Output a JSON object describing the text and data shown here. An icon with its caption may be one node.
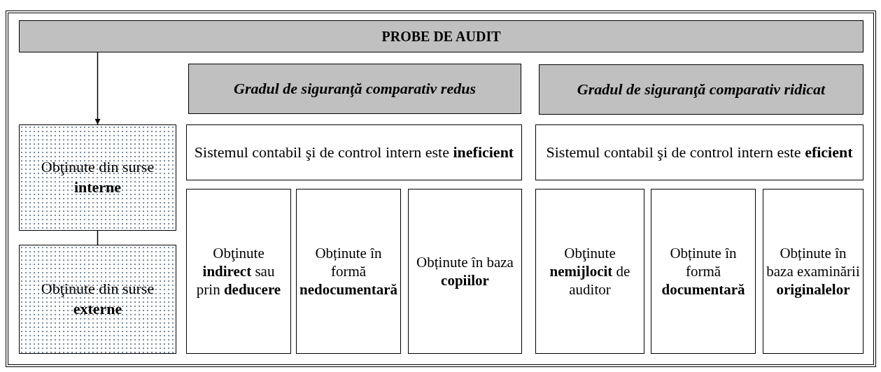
{
  "diagram": {
    "nodes": [
      {
        "text": [
          "PROBE DE AUDIT"
        ]
      },
      {
        "text": [
          "Gradul de siguranţă comparativ redus"
        ]
      },
      {
        "text": [
          "Gradul de siguranţă comparativ ridicat"
        ]
      },
      {
        "text": [
          "Obţinute din surse **interne**"
        ]
      },
      {
        "text": [
          "Obţinute din surse **externe**"
        ]
      },
      {
        "text": [
          "Sistemul contabil şi de control intern este **ineficient**"
        ]
      },
      {
        "text": [
          "Obţinute **indirect** sau prin **deducere**"
        ]
      },
      {
        "text": [
          "Obținute în formă **nedocumentară**"
        ]
      },
      {
        "text": [
          "Obținute în baza **copiilor**"
        ]
      },
      {
        "text": [
          "Sistemul contabil şi de control intern este **eficient**"
        ]
      },
      {
        "text": [
          "Obţinute **nemijlocit** de auditor"
        ]
      },
      {
        "text": [
          "Obținute în formă **documentară**"
        ]
      },
      {
        "text": [
          "Obținute în baza examinării **originalelor**"
        ]
      }
    ],
    "edges": [
      {
        "from": 0,
        "to": 3,
        "arrow": "to"
      },
      {
        "from": 3,
        "to": 4,
        "arrow": "none"
      }
    ]
  }
}
